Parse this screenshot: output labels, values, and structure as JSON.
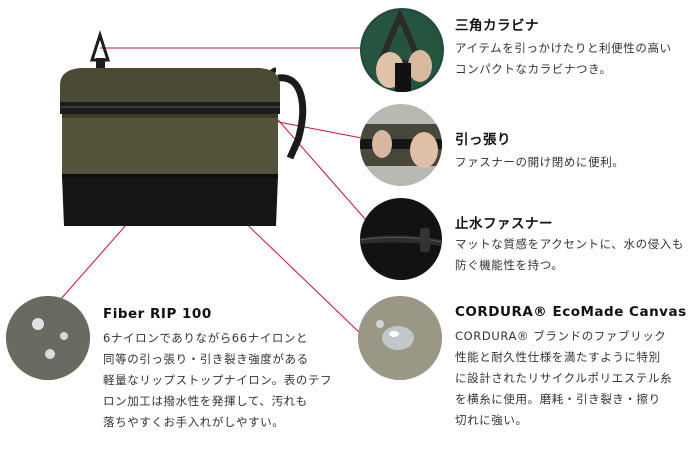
{
  "features": [
    {
      "title": "三角カラビナ",
      "lines": [
        "アイテムを引っかけたりと利便性の高い",
        "コンパクトなカラビナつき。"
      ],
      "icon": "carabiner-photo"
    },
    {
      "title": "引っ張り",
      "lines": [
        "ファスナーの開け閉めに便利。"
      ],
      "icon": "zipper-pull-photo"
    },
    {
      "title": "止水ファスナー",
      "lines": [
        "マットな質感をアクセントに、水の侵入も",
        "防ぐ機能性を持つ。"
      ],
      "icon": "water-resistant-zipper-photo"
    },
    {
      "title": "CORDURA® EcoMade Canvas",
      "lines": [
        "CORDURA® ブランドのファブリック",
        "性能と耐久性仕様を満たすように特別",
        "に設計されたリサイクルポリエステル糸",
        "を横糸に使用。磨耗・引き裂き・擦り",
        "切れに強い。"
      ],
      "icon": "cordura-fabric-photo"
    },
    {
      "title": "Fiber RIP 100",
      "lines": [
        "6ナイロンでありながら66ナイロンと",
        "同等の引っ張り・引き裂き強度がある",
        "軽量なリップストップナイロン。表のテフ",
        "ロン加工は撥水性を発揮して、汚れも",
        "落ちやすくお手入れがしやすい。"
      ],
      "icon": "ripstop-fabric-photo"
    }
  ],
  "colors": {
    "leader_line": "#c8102e",
    "bag_olive": "#4a4a35",
    "bag_black": "#151515"
  }
}
